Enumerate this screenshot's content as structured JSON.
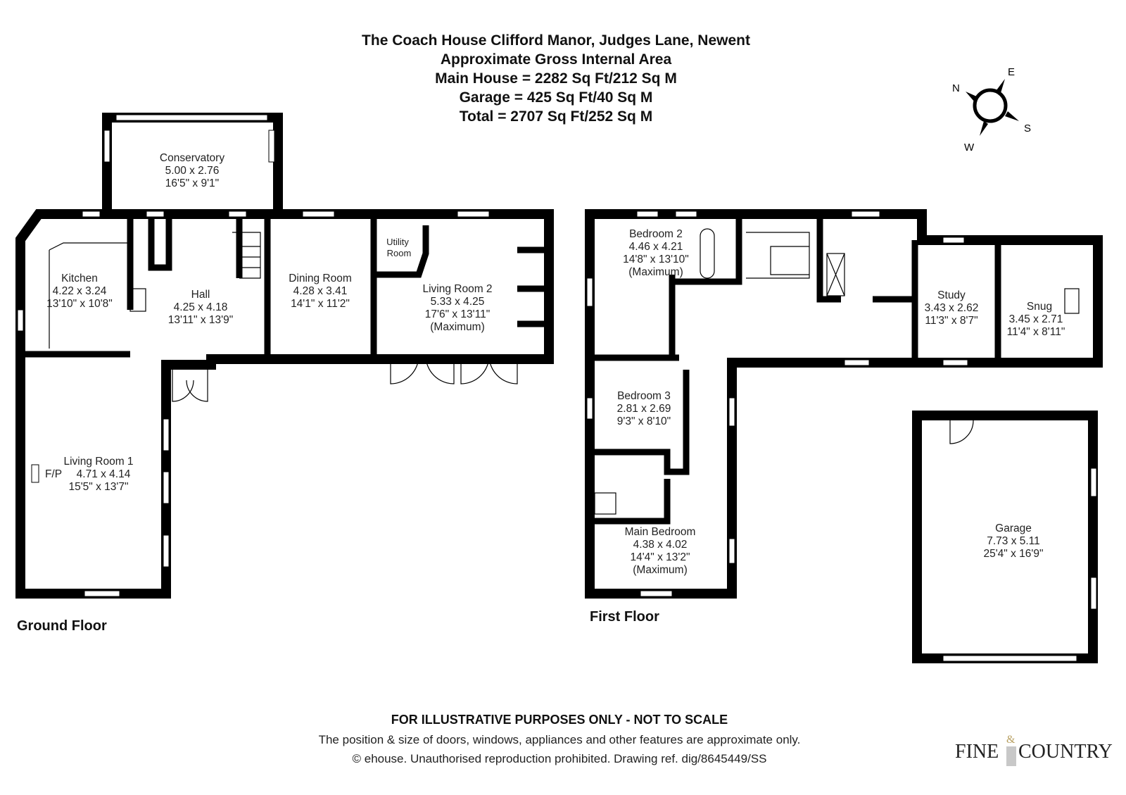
{
  "header": {
    "title": "The Coach House Clifford Manor, Judges Lane, Newent",
    "subtitle": "Approximate Gross Internal Area",
    "main_house": "Main House = 2282 Sq Ft/212 Sq M",
    "garage": "Garage = 425 Sq Ft/40 Sq M",
    "total": "Total = 2707 Sq Ft/252 Sq M"
  },
  "compass": {
    "n": "N",
    "e": "E",
    "s": "S",
    "w": "W"
  },
  "ground_floor": {
    "label": "Ground Floor",
    "rooms": [
      {
        "name": "Conservatory",
        "metric": "5.00 x 2.76",
        "imperial": "16'5\" x 9'1\""
      },
      {
        "name": "Kitchen",
        "metric": "4.22 x 3.24",
        "imperial": "13'10\" x 10'8\""
      },
      {
        "name": "Hall",
        "metric": "4.25 x 4.18",
        "imperial": "13'11\" x 13'9\""
      },
      {
        "name": "Dining Room",
        "metric": "4.28 x 3.41",
        "imperial": "14'1\" x 11'2\""
      },
      {
        "name": "Living Room 2",
        "metric": "5.33 x 4.25",
        "imperial": "17'6\" x 13'11\"",
        "note": "(Maximum)"
      },
      {
        "name": "Living Room 1",
        "metric": "4.71 x 4.14",
        "imperial": "15'5\" x 13'7\"",
        "prefix": "F/P"
      }
    ],
    "utility": [
      "Utility",
      "Room"
    ]
  },
  "first_floor": {
    "label": "First Floor",
    "rooms": [
      {
        "name": "Bedroom 2",
        "metric": "4.46 x 4.21",
        "imperial": "14'8\" x 13'10\"",
        "note": "(Maximum)"
      },
      {
        "name": "Study",
        "metric": "3.43 x 2.62",
        "imperial": "11'3\" x 8'7\""
      },
      {
        "name": "Snug",
        "metric": "3.45 x 2.71",
        "imperial": "11'4\" x 8'11\""
      },
      {
        "name": "Bedroom 3",
        "metric": "2.81 x 2.69",
        "imperial": "9'3\" x 8'10\""
      },
      {
        "name": "Main Bedroom",
        "metric": "4.38 x 4.02",
        "imperial": "14'4\" x 13'2\"",
        "note": "(Maximum)"
      }
    ]
  },
  "garage": {
    "name": "Garage",
    "metric": "7.73 x 5.11",
    "imperial": "25'4\" x 16'9\""
  },
  "footer": {
    "disclaimer": "FOR ILLUSTRATIVE PURPOSES ONLY - NOT TO SCALE",
    "note": "The position & size of doors, windows, appliances and other features are approximate only.",
    "copyright": "© ehouse. Unauthorised reproduction prohibited. Drawing ref. dig/8645449/SS"
  },
  "logo": {
    "left": "FINE",
    "amp": "&",
    "right": "COUNTRY"
  }
}
